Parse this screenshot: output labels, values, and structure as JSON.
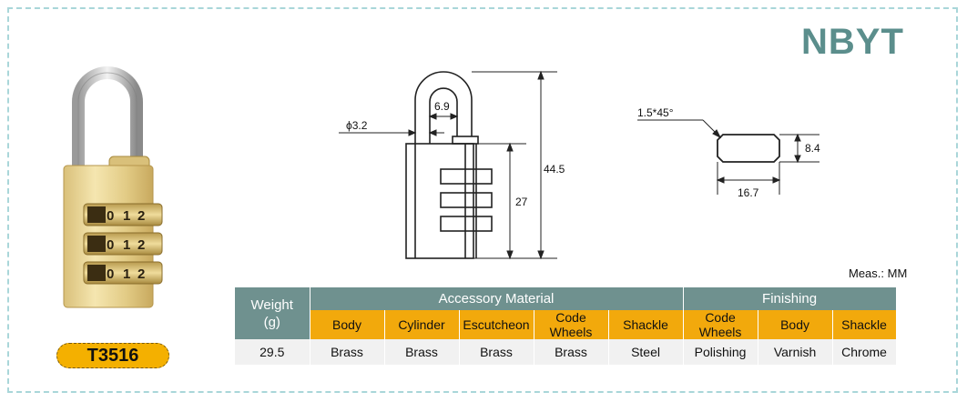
{
  "brand": "NBYT",
  "model": "T3516",
  "dial_digits": [
    "0",
    "1",
    "2"
  ],
  "dimensions": {
    "shackle_diameter": "ϕ3.2",
    "shackle_inner_width": "6.9",
    "overall_height": "44.5",
    "body_height": "27",
    "chamfer": "1.5*45°",
    "section_height": "8.4",
    "section_width": "16.7"
  },
  "meas_note": "Meas.: MM",
  "table": {
    "weight_label": "Weight",
    "weight_unit": "(g)",
    "accessory_header": "Accessory Material",
    "finishing_header": "Finishing",
    "accessory_cols": [
      "Body",
      "Cylinder",
      "Escutcheon",
      "Code Wheels",
      "Shackle"
    ],
    "finishing_cols": [
      "Code Wheels",
      "Body",
      "Shackle"
    ],
    "weight_value": "29.5",
    "accessory_values": [
      "Brass",
      "Brass",
      "Brass",
      "Brass",
      "Steel"
    ],
    "finishing_values": [
      "Polishing",
      "Varnish",
      "Chrome"
    ]
  }
}
